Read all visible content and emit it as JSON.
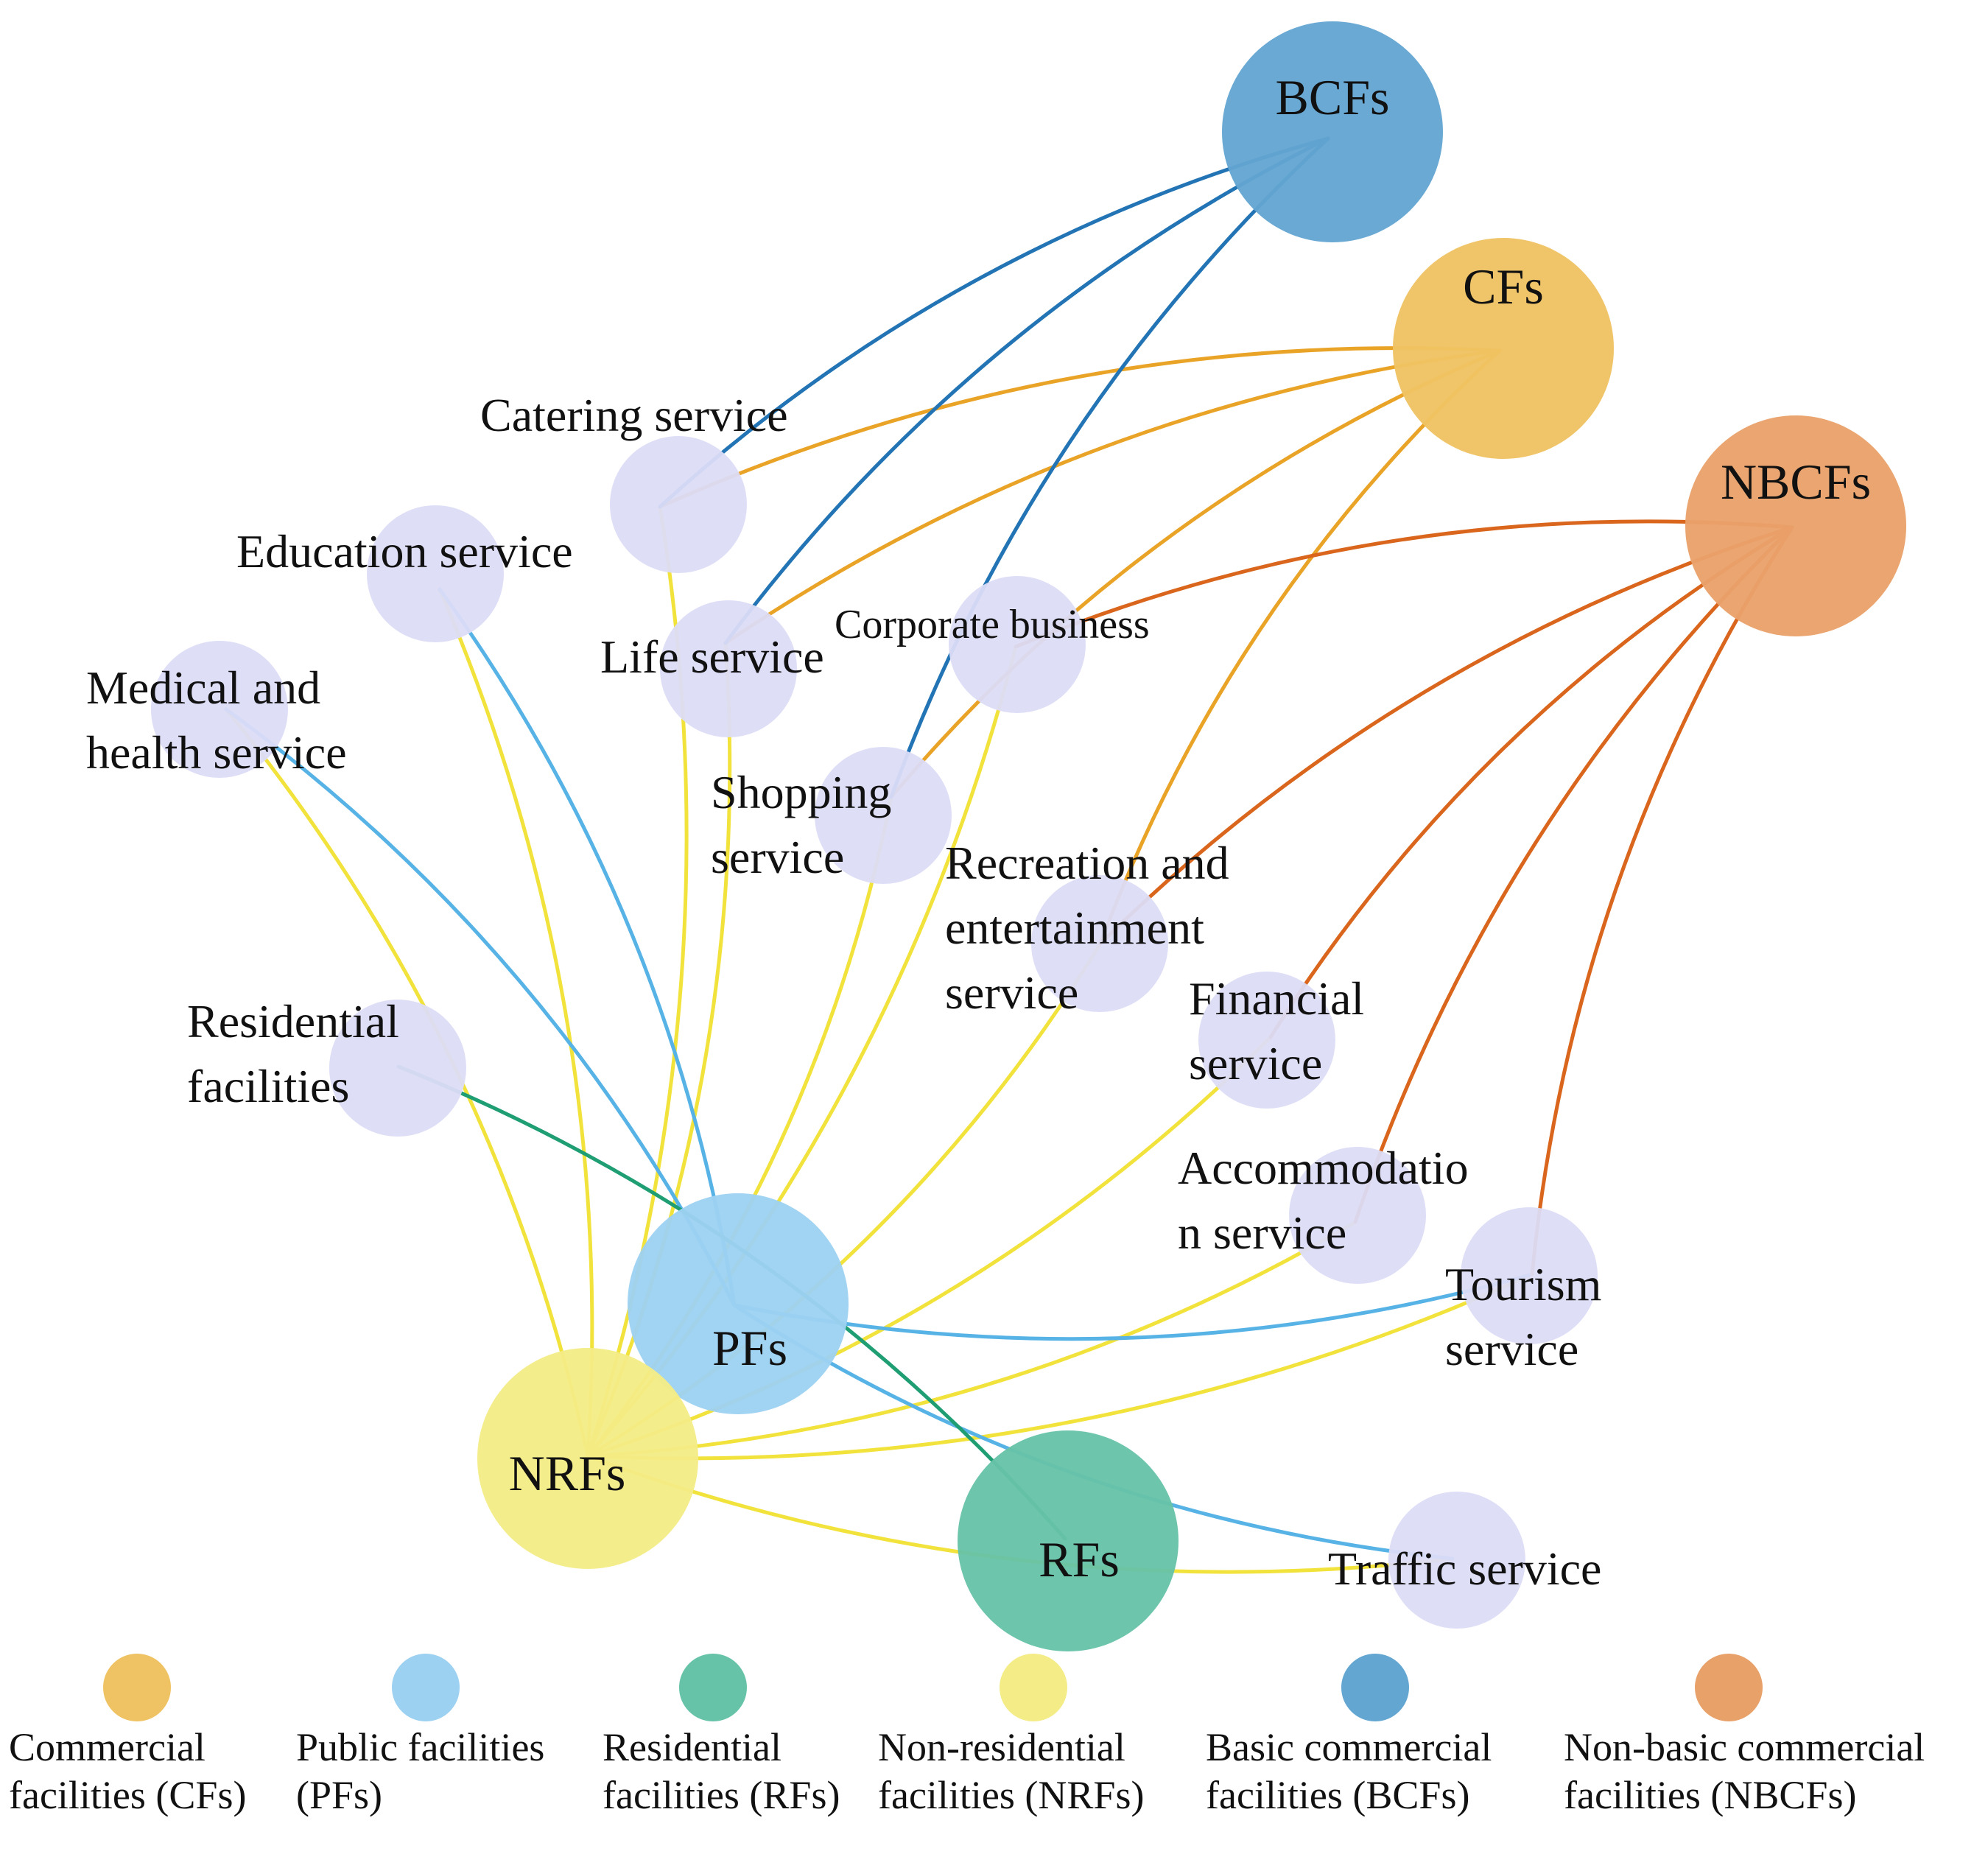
{
  "colors": {
    "cfs": "#efc363",
    "pfs": "#9dd1f1",
    "rfs": "#67c3a8",
    "nrfs": "#f4ec86",
    "bcfs": "#63a6d1",
    "nbcfs": "#e9a16a",
    "category_node": "#dcdcf7",
    "edge_cfs": "#e9a327",
    "edge_pfs": "#57b3e6",
    "edge_rfs": "#1f9e74",
    "edge_nrfs": "#f2e23c",
    "edge_bcfs": "#2374b4",
    "edge_nbcfs": "#d9661c"
  },
  "hubs": [
    {
      "id": "bcfs",
      "label": "BCFs",
      "color_key": "bcfs"
    },
    {
      "id": "cfs",
      "label": "CFs",
      "color_key": "cfs"
    },
    {
      "id": "nbcfs",
      "label": "NBCFs",
      "color_key": "nbcfs"
    },
    {
      "id": "pfs",
      "label": "PFs",
      "color_key": "pfs"
    },
    {
      "id": "nrfs",
      "label": "NRFs",
      "color_key": "nrfs"
    },
    {
      "id": "rfs",
      "label": "RFs",
      "color_key": "rfs"
    }
  ],
  "categories": [
    {
      "id": "catering",
      "lines": [
        "Catering service"
      ]
    },
    {
      "id": "education",
      "lines": [
        "Education service"
      ]
    },
    {
      "id": "life",
      "lines": [
        "Life service"
      ]
    },
    {
      "id": "corporate",
      "lines": [
        "Corporate business"
      ]
    },
    {
      "id": "medical",
      "lines": [
        "Medical and",
        "health service"
      ]
    },
    {
      "id": "shopping",
      "lines": [
        "Shopping",
        "service"
      ]
    },
    {
      "id": "recreation",
      "lines": [
        "Recreation and",
        "entertainment",
        "service"
      ]
    },
    {
      "id": "financial",
      "lines": [
        "Financial",
        "service"
      ]
    },
    {
      "id": "residential",
      "lines": [
        "Residential",
        "facilities"
      ]
    },
    {
      "id": "accommodation",
      "lines": [
        "Accommodatio",
        "n service"
      ]
    },
    {
      "id": "tourism",
      "lines": [
        "Tourism",
        "service"
      ]
    },
    {
      "id": "traffic",
      "lines": [
        "Traffic service"
      ]
    }
  ],
  "edges": [
    {
      "hub": "bcfs",
      "targets": [
        "catering",
        "life",
        "shopping"
      ]
    },
    {
      "hub": "cfs",
      "targets": [
        "catering",
        "life",
        "shopping",
        "recreation"
      ]
    },
    {
      "hub": "nbcfs",
      "targets": [
        "corporate",
        "recreation",
        "financial",
        "accommodation",
        "tourism"
      ]
    },
    {
      "hub": "pfs",
      "targets": [
        "education",
        "medical",
        "tourism",
        "traffic"
      ]
    },
    {
      "hub": "rfs",
      "targets": [
        "residential"
      ]
    },
    {
      "hub": "nrfs",
      "targets": [
        "catering",
        "education",
        "life",
        "corporate",
        "medical",
        "shopping",
        "recreation",
        "financial",
        "accommodation",
        "tourism",
        "traffic"
      ]
    }
  ],
  "legend": [
    {
      "color_key": "cfs",
      "lines": [
        "Commercial",
        "facilities (CFs)"
      ]
    },
    {
      "color_key": "pfs",
      "lines": [
        "Public facilities",
        "(PFs)"
      ]
    },
    {
      "color_key": "rfs",
      "lines": [
        "Residential",
        "facilities (RFs)"
      ]
    },
    {
      "color_key": "nrfs",
      "lines": [
        "Non-residential",
        "facilities (NRFs)"
      ]
    },
    {
      "color_key": "bcfs",
      "lines": [
        "Basic commercial",
        "facilities (BCFs)"
      ]
    },
    {
      "color_key": "nbcfs",
      "lines": [
        "Non-basic commercial",
        "facilities (NBCFs)"
      ]
    }
  ]
}
